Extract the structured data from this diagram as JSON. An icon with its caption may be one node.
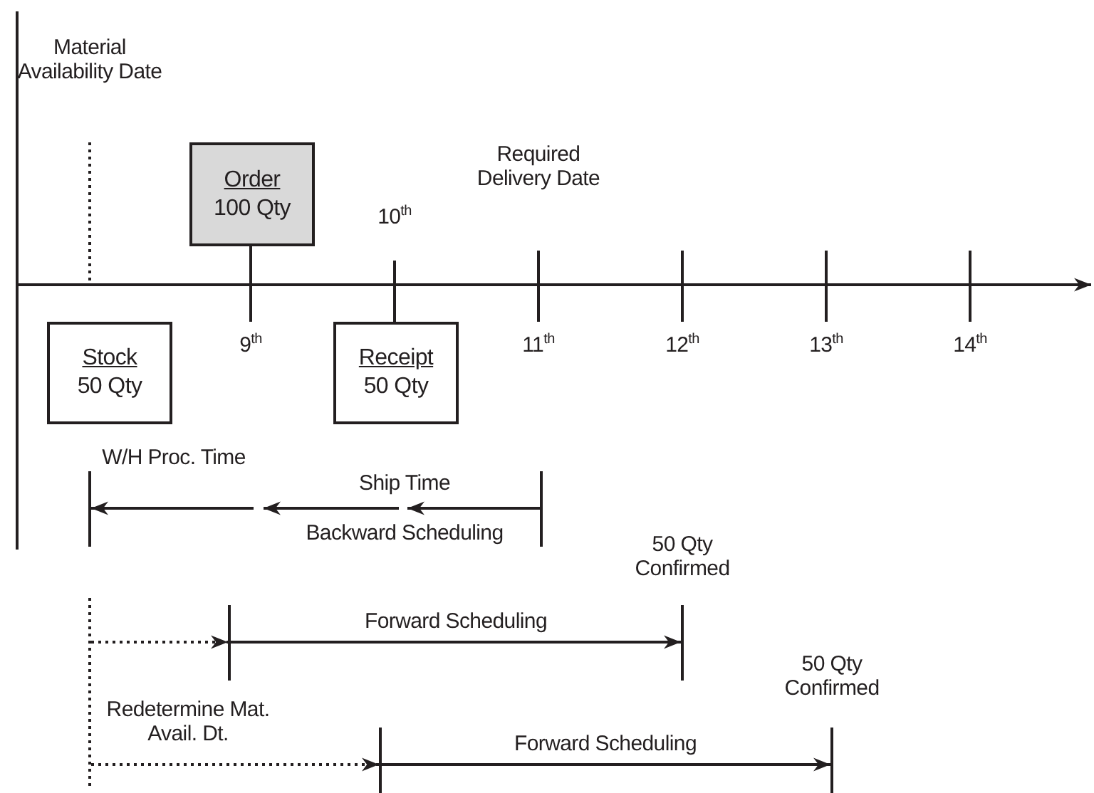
{
  "diagram": {
    "nodes": [
      {
        "text": [
          "Order",
          "100 Qty"
        ]
      },
      {
        "text": [
          "Stock",
          "50 Qty"
        ]
      },
      {
        "text": [
          "Receipt",
          "50 Qty"
        ]
      }
    ],
    "labels": [
      "Material Availability Date",
      "Required Delivery Date",
      "10$^{th}$",
      "9$^{th}$",
      "11$^{th}$",
      "12$^{th}$",
      "13$^{th}$",
      "14$^{th}$",
      "W/H Proc. Time",
      "Ship Time",
      "Backward Scheduling",
      "50 Qty Confirmed",
      "Forward Scheduling",
      "Redetermine Mat. Avail. Dt.",
      "50 Qty Confirmed",
      "Forward Scheduling"
    ]
  }
}
